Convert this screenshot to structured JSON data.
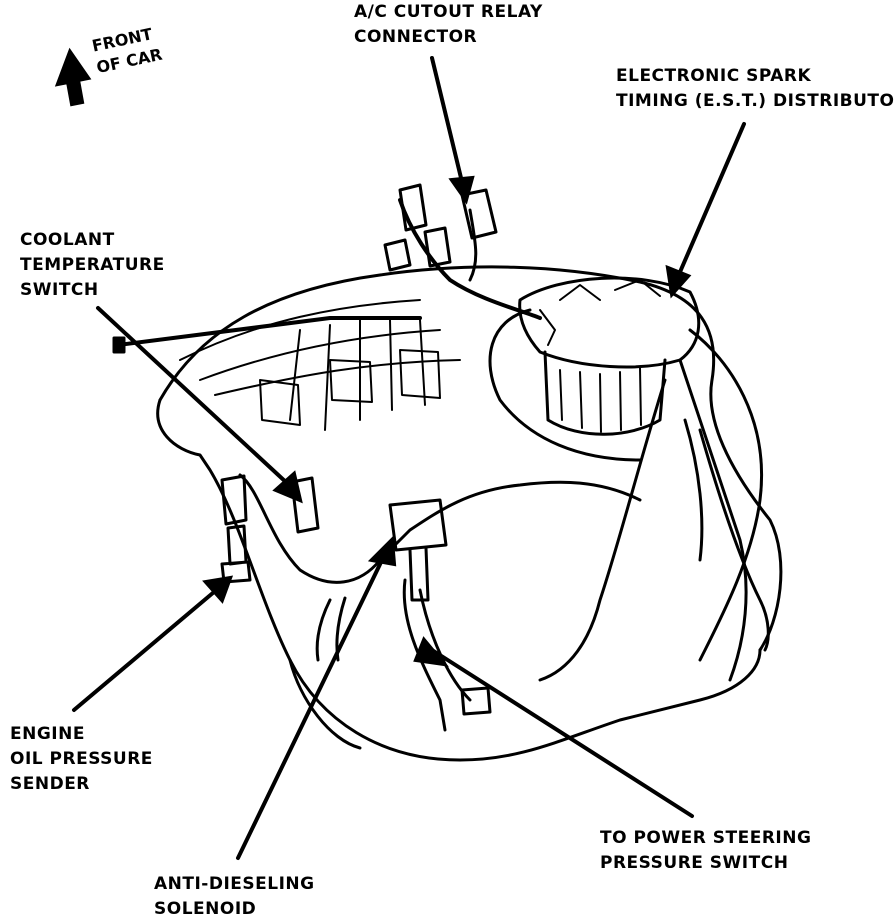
{
  "orientation": {
    "line1": "FRONT",
    "line2": "OF CAR"
  },
  "labels": {
    "ac_relay": [
      "A/C CUTOUT RELAY",
      "CONNECTOR"
    ],
    "est_distributor": [
      "ELECTRONIC SPARK",
      "TIMING (E.S.T.) DISTRIBUTOR"
    ],
    "coolant_switch": [
      "COOLANT",
      "TEMPERATURE",
      "SWITCH"
    ],
    "oil_sender": [
      "ENGINE",
      "OIL PRESSURE",
      "SENDER"
    ],
    "anti_dieseling": [
      "ANTI-DIESELING",
      "SOLENOID"
    ],
    "power_steering": [
      "TO POWER STEERING",
      "PRESSURE SWITCH"
    ]
  }
}
